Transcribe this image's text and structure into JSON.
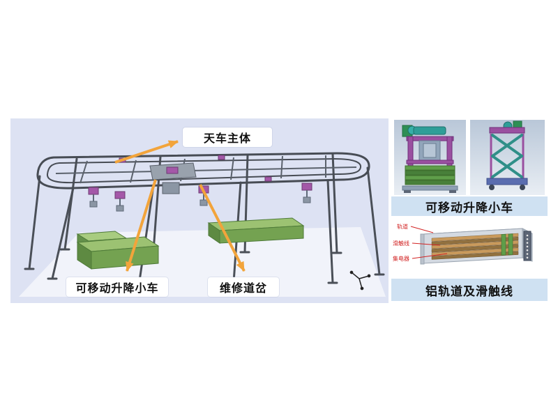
{
  "colors": {
    "page_bg": "#ffffff",
    "main_panel_bg": "#dde2f3",
    "caption_bg": "#cfe1f2",
    "callout_bg": "#ffffff",
    "arrow_orange": "#f2a43b",
    "frame_gray": "#4a4f57",
    "bench_green": "#74a251",
    "trolley_purple": "#a458a8",
    "machine_teal": "#2f9e98",
    "annotation_red": "#d22323"
  },
  "main_diagram": {
    "labels": [
      {
        "id": "crane-body",
        "text": "天车主体"
      },
      {
        "id": "lift-trolley",
        "text": "可移动升降小车"
      },
      {
        "id": "maintenance-switch",
        "text": "维修道岔"
      }
    ]
  },
  "side": {
    "trolley_caption": "可移动升降小车",
    "rail_caption": "铝轨道及滑触线",
    "rail_annotations": [
      {
        "text": "轨道"
      },
      {
        "text": "滑触线"
      },
      {
        "text": "集电器"
      }
    ]
  }
}
